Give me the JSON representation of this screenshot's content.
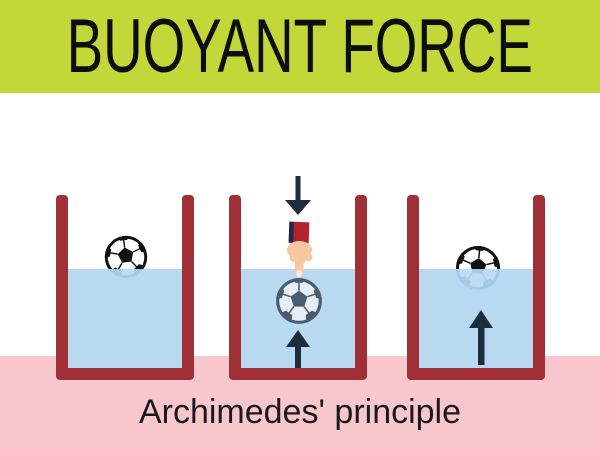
{
  "banner": {
    "title": "BUOYANT FORCE"
  },
  "footer": {
    "caption": "Archimedes' principle"
  },
  "panels": [
    {
      "id": "ball-floating"
    },
    {
      "id": "ball-pushed-underwater"
    },
    {
      "id": "buoyant-force-on-ball"
    }
  ],
  "colors": {
    "page_bg": "#ffffff",
    "banner_bg": "#c1d838",
    "title_text": "#0d0d0d",
    "footer_bg": "#f8c7ce",
    "caption_text": "#1a1a1a",
    "water": "#b9d9f1",
    "beaker": "#9e3036",
    "arrow": "#1c2d3f",
    "sleeve": "#b2212d",
    "sleeve_shadow": "#20294a",
    "skin": "#f6c8a1",
    "fingertip": "#fde8d6",
    "ball_dark": "#111111",
    "ball_light": "#ffffff",
    "ball_submerged_dark": "#4a5c6e",
    "ball_submerged_light": "#e7eef6",
    "ball_faint_dark": "#8db9dd",
    "ball_faint_light": "#c8e0f4"
  }
}
